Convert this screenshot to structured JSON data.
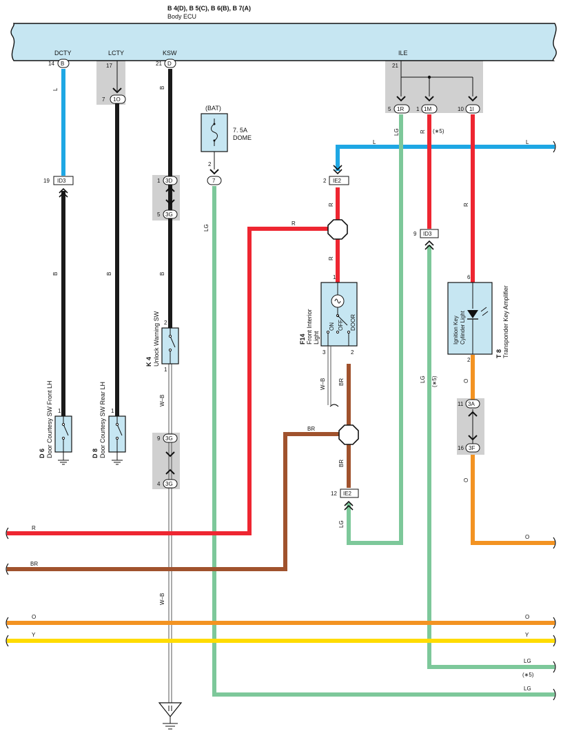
{
  "ecu": {
    "header": "B 4(D), B 5(C), B 6(B), B 7(A)",
    "name": "Body ECU",
    "pins": {
      "dcty": {
        "label": "DCTY",
        "num": "14",
        "conn": "B"
      },
      "lcty": {
        "label": "LCTY",
        "num": "17"
      },
      "ksw": {
        "label": "KSW",
        "num": "21",
        "conn": "D"
      },
      "ile": {
        "label": "ILE",
        "num": "21"
      }
    }
  },
  "connectors": {
    "c7_1o": {
      "num": "7",
      "id": "1O"
    },
    "ile_1r": {
      "num": "5",
      "id": "1R"
    },
    "ile_1m": {
      "num": "1",
      "id": "1M"
    },
    "ile_1i": {
      "num": "10",
      "id": "1I"
    },
    "id3_left": {
      "num": "19",
      "id": "ID3"
    },
    "c3d": {
      "num": "1",
      "id": "3D"
    },
    "c3g_a": {
      "num": "5",
      "id": "3G"
    },
    "c3g_b": {
      "num": "9",
      "id": "3G"
    },
    "c3g_c": {
      "num": "4",
      "id": "3G"
    },
    "ie2_top": {
      "num": "2",
      "id": "IE2"
    },
    "ie2_bot": {
      "num": "12",
      "id": "IE2"
    },
    "id3_right": {
      "num": "9",
      "id": "ID3"
    },
    "c3a": {
      "num": "11",
      "id": "3A"
    },
    "c3f": {
      "num": "16",
      "id": "3F"
    },
    "fuse_out": {
      "num": "2",
      "id": "7"
    }
  },
  "fuse": {
    "source": "(BAT)",
    "rating": "7. 5A",
    "name": "DOME"
  },
  "components": {
    "d6": {
      "code": "D 6",
      "name": "Door Courtesy SW Front LH",
      "pin": "1"
    },
    "d8": {
      "code": "D 8",
      "name": "Door Courtesy SW Rear LH",
      "pin": "1"
    },
    "k4": {
      "code": "K 4",
      "name": "Unlock Warning SW",
      "pin_top": "2",
      "pin_bot": "1"
    },
    "f14": {
      "code": "F14",
      "name_line1": "Front Interior",
      "name_line2": "Light",
      "pin_top": "1",
      "pin_l": "3",
      "pin_r": "2",
      "sw_on": "ON",
      "sw_off": "OFF",
      "sw_door": "DOOR"
    },
    "t8": {
      "code": "T 8",
      "name": "Transponder Key Amplifier",
      "inner1": "Ignition Key",
      "inner2": "Cylinder Light",
      "pin_top": "6",
      "pin_bot": "2"
    }
  },
  "wire_labels": {
    "l": "L",
    "b": "B",
    "r": "R",
    "lg": "LG",
    "br": "BR",
    "o": "O",
    "y": "Y",
    "wb": "W–B",
    "star5": "(∗5)"
  },
  "colors": {
    "ecu_fill": "#c6e6f2",
    "comp_fill": "#c6e6f2",
    "blue": "#1ea7e4",
    "red": "#ee2631",
    "green": "#7dc89a",
    "brown": "#a0522d",
    "orange": "#f39322",
    "yellow": "#ffdc00",
    "black": "#1a1a1a",
    "gray_box": "#d0d0d0"
  }
}
